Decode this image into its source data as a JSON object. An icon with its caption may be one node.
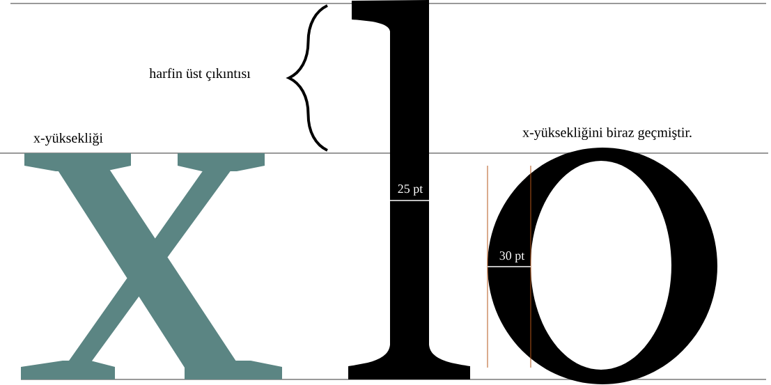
{
  "diagram": {
    "labels": [
      "harfin üst çıkıntısı",
      "x-yüksekliği",
      "x-yüksekliğini biraz geçmiştir.",
      "25 pt",
      "30 pt"
    ]
  }
}
